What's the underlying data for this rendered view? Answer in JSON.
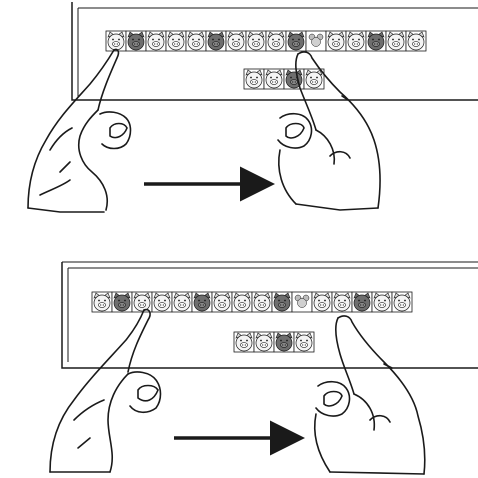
{
  "colors": {
    "line": "#1a1a1a",
    "tile_light": "#d9d9d9",
    "tile_dark": "#6e6e6e",
    "tile_light_face": "#f4f4f4",
    "tile_dark_face": "#8a8a8a",
    "panel_bg": "#ffffff",
    "paper": "#ffffff"
  },
  "panels": [
    {
      "id": "top",
      "top_row": [
        "light",
        "dark",
        "light",
        "light",
        "light",
        "dark",
        "light",
        "light",
        "light",
        "dark",
        "mouse",
        "light",
        "light",
        "dark",
        "light",
        "light"
      ],
      "bottom_row": [
        "light",
        "light",
        "dark",
        "light"
      ],
      "gesture_direction": "right"
    },
    {
      "id": "bottom",
      "top_row": [
        "light",
        "dark",
        "light",
        "light",
        "light",
        "dark",
        "light",
        "light",
        "light",
        "dark",
        "mouse",
        "light",
        "light",
        "dark",
        "light",
        "light"
      ],
      "bottom_row": [
        "light",
        "light",
        "dark",
        "light"
      ],
      "gesture_direction": "right"
    }
  ]
}
